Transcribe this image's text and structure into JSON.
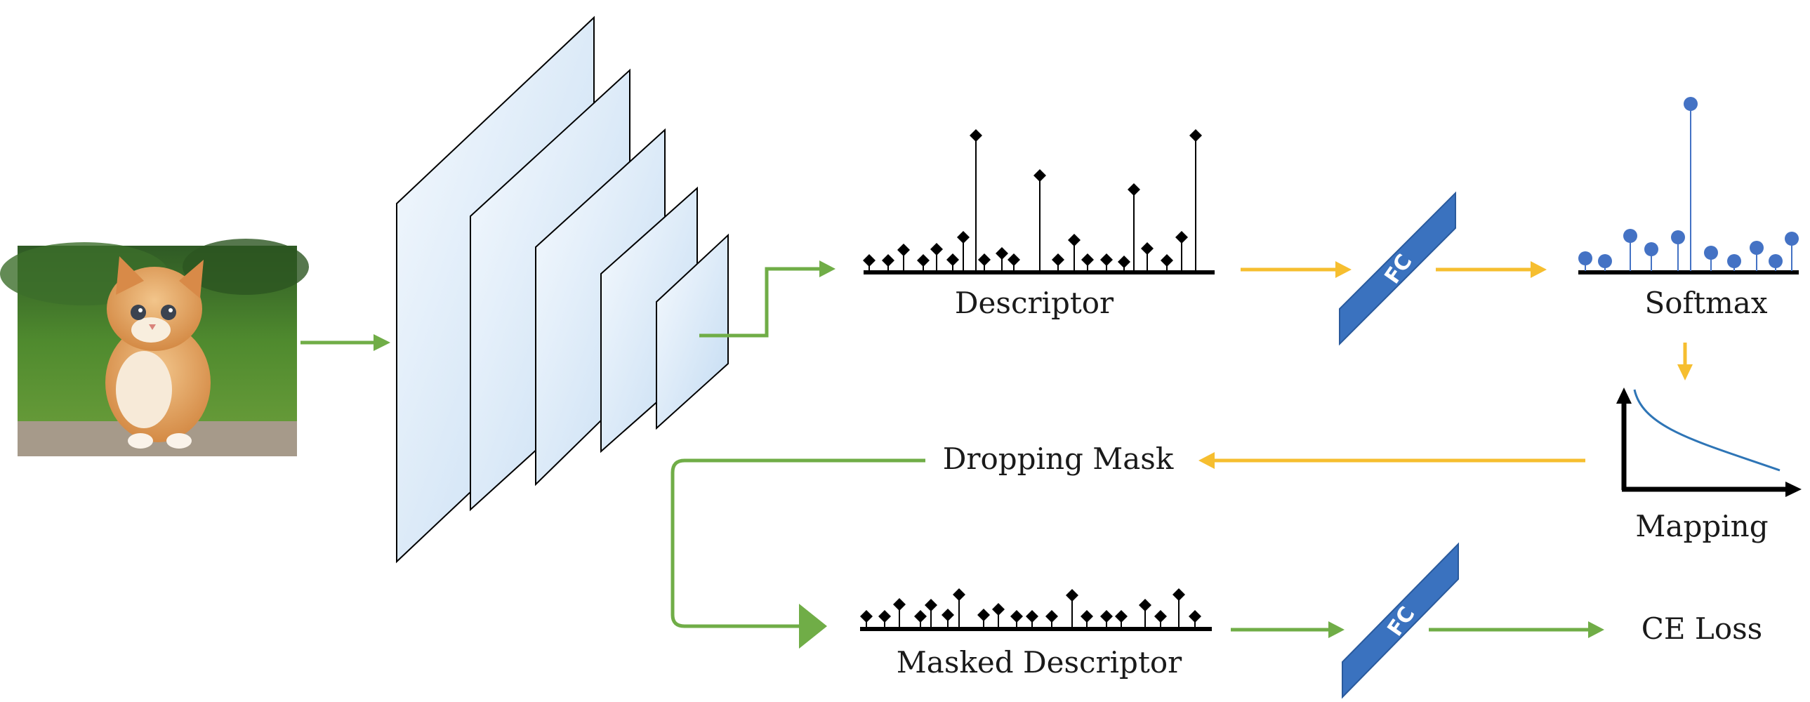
{
  "labels": {
    "descriptor": "Descriptor",
    "softmax": "Softmax",
    "dropping_mask": "Dropping Mask",
    "mapping": "Mapping",
    "masked_descriptor": "Masked Descriptor",
    "ce_loss": "CE Loss",
    "fc_top": "FC",
    "fc_bottom": "FC"
  },
  "colors": {
    "green_arrow": "#70ad47",
    "yellow_arrow": "#f6be2f",
    "fc_block": "#3a72bf",
    "softmax_point": "#4472c4",
    "mapping_curve": "#2e75b6",
    "cnn_fill_light": "#f3f8fd",
    "cnn_fill_dark": "#c4dcf2"
  },
  "icons": {
    "input_image": "kitten-photo",
    "network": "cnn-feature-map-stack"
  }
}
